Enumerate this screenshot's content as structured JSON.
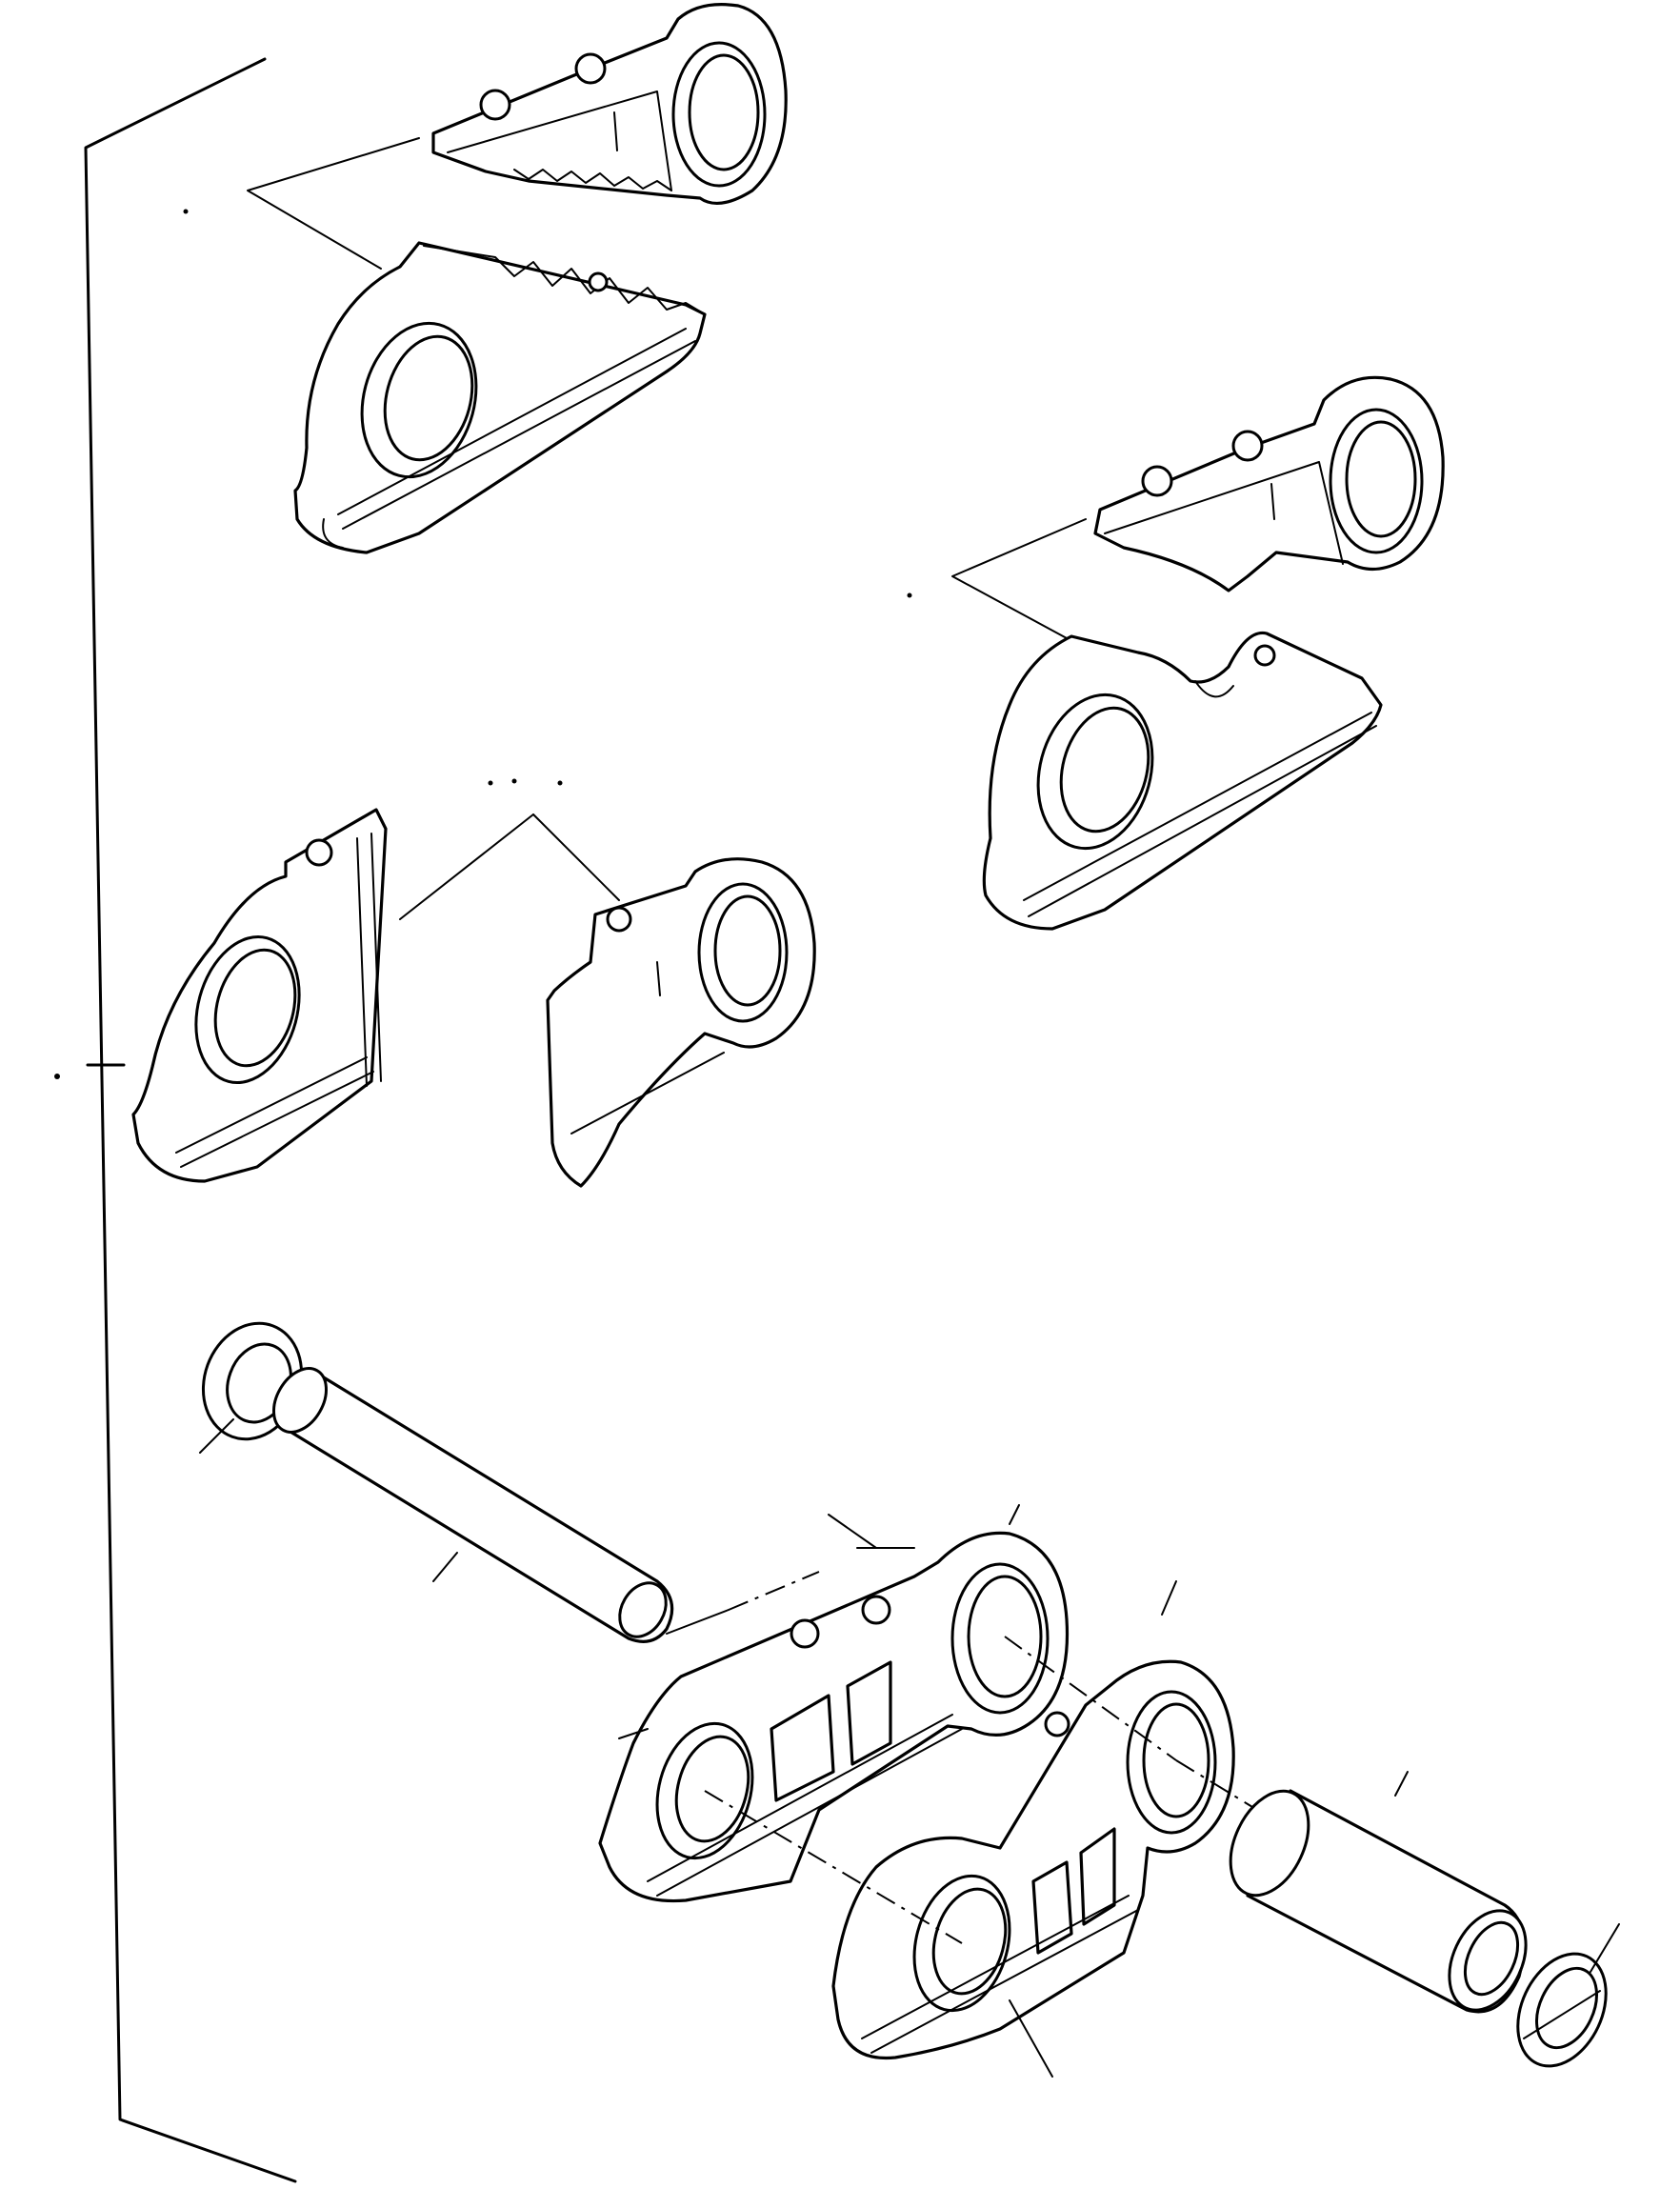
{
  "diagram": {
    "kind": "exploded-parts-view",
    "labels": [],
    "parts": [
      {
        "id": "master-link-toothed-upper"
      },
      {
        "id": "master-link-toothed-lower"
      },
      {
        "id": "master-link-wedge-upper"
      },
      {
        "id": "master-link-wedge-lower"
      },
      {
        "id": "split-link-left"
      },
      {
        "id": "split-link-right"
      },
      {
        "id": "seal-ring-left"
      },
      {
        "id": "track-pin"
      },
      {
        "id": "track-link-left"
      },
      {
        "id": "track-link-right"
      },
      {
        "id": "bushing"
      },
      {
        "id": "seal-ring-right"
      }
    ],
    "colors": {
      "line": "#000000",
      "background": "#ffffff"
    }
  }
}
